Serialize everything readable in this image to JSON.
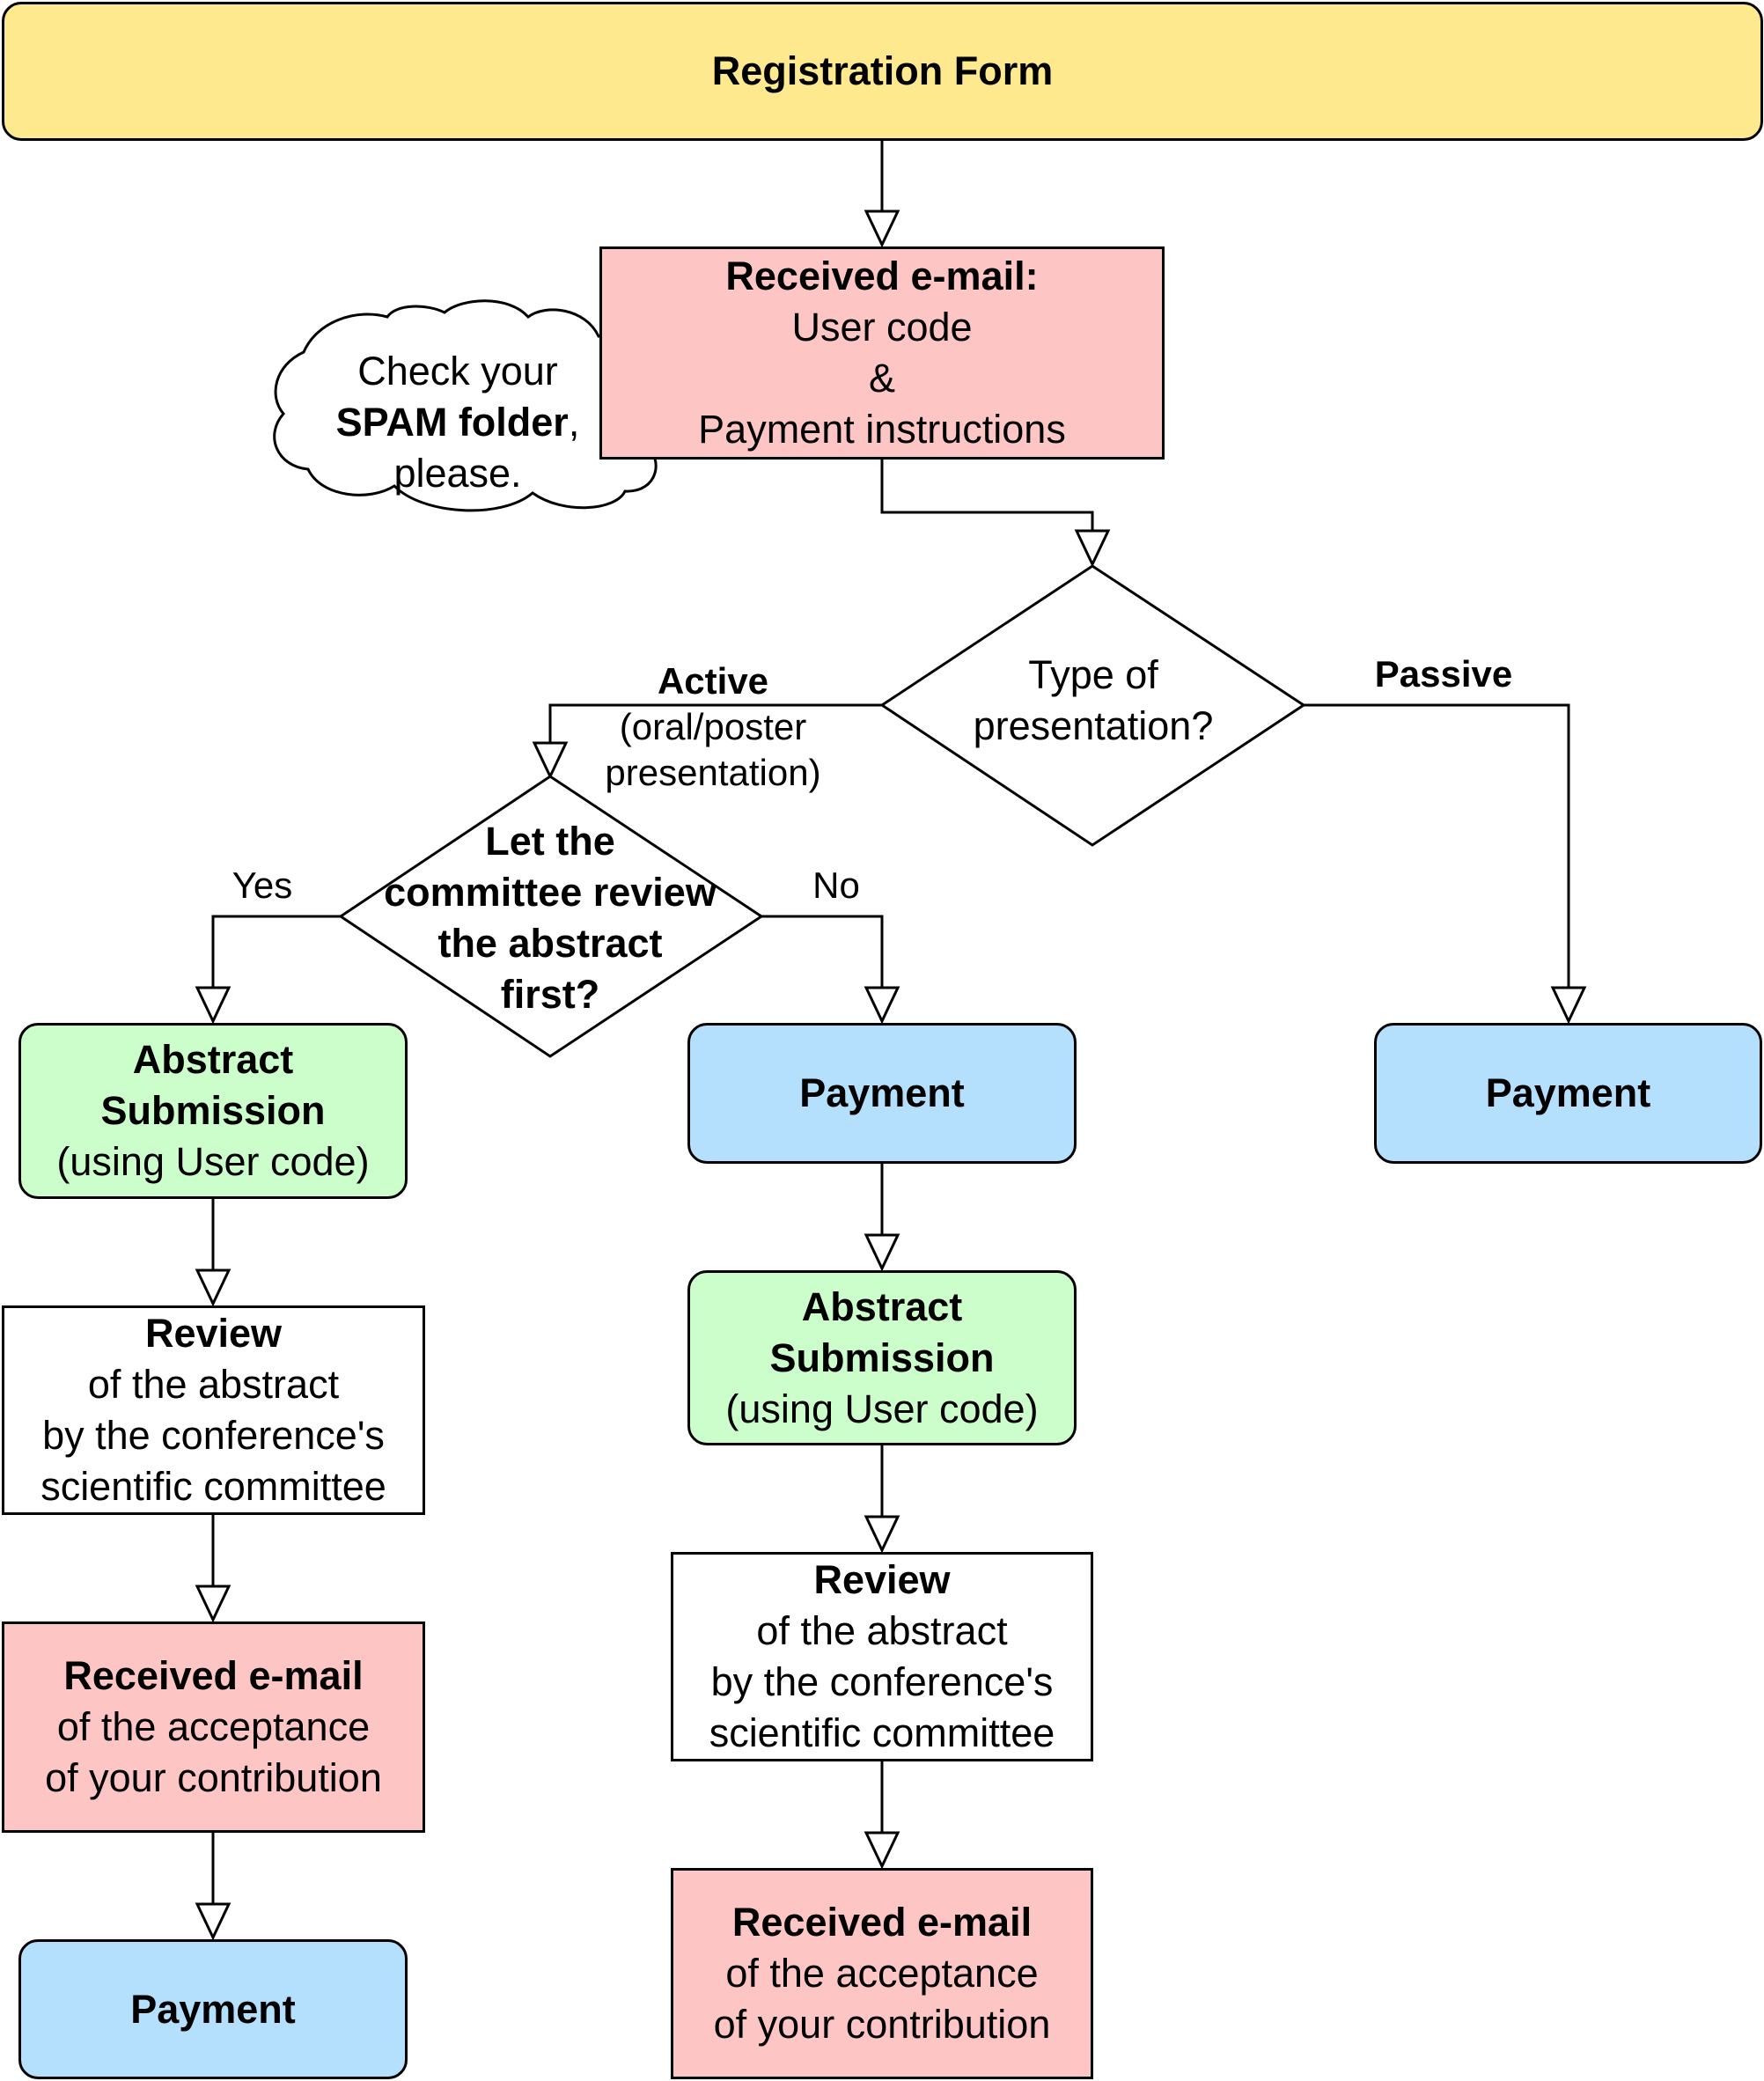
{
  "diagram": {
    "registration": "Registration Form",
    "email1": {
      "title": "Received e-mail:",
      "line1": "User code",
      "line2": "&",
      "line3": "Payment instructions"
    },
    "cloud": {
      "line1": "Check your",
      "line2_bold": "SPAM folder",
      "line2_rest": ",",
      "line3": "please."
    },
    "type_decision": {
      "line1": "Type of",
      "line2": "presentation?"
    },
    "edge_active": {
      "title": "Active",
      "line1": "(oral/poster",
      "line2": "presentation)"
    },
    "edge_passive": "Passive",
    "review_decision": {
      "line1": "Let the",
      "line2": "committee review",
      "line3": "the abstract",
      "line4": "first?"
    },
    "edge_yes": "Yes",
    "edge_no": "No",
    "payment_label": "Payment",
    "abstract": {
      "title1": "Abstract",
      "title2": "Submission",
      "sub": "(using User code)"
    },
    "review": {
      "title": "Review",
      "line1": "of the abstract",
      "line2": "by the conference's",
      "line3": "scientific committee"
    },
    "acceptance": {
      "title": "Received e-mail",
      "line1": "of the acceptance",
      "line2": "of your contribution"
    }
  },
  "colors": {
    "registration": "#fee98e",
    "email": "#fec5c5",
    "abstract": "#ccfecc",
    "payment": "#b5e0fd",
    "review": "#ffffff"
  }
}
